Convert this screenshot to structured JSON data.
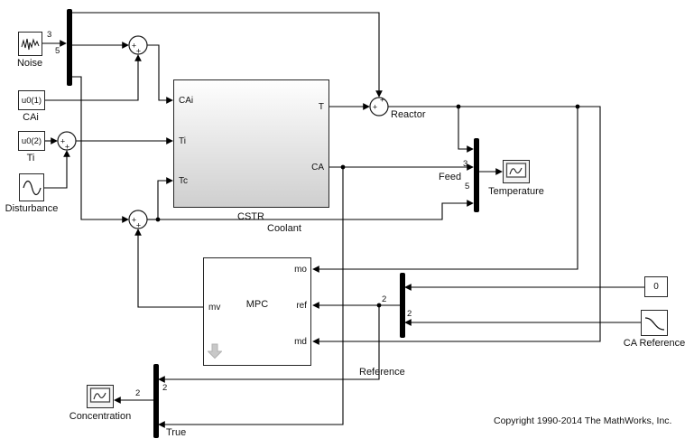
{
  "annotations": {
    "copyright": "Copyright 1990-2014 The MathWorks, Inc.",
    "coolant": "Coolant",
    "reference": "Reference",
    "reactor": "Reactor",
    "feed": "Feed",
    "true_label": "True"
  },
  "widths": {
    "noise_in": "3",
    "noise_out": "5",
    "feed_in": "3",
    "feed_out": "5",
    "ref_line": "2",
    "ref_mux": "2",
    "true_in": "2",
    "true_out": "2"
  },
  "blocks": {
    "noise": {
      "label": "Noise"
    },
    "cai": {
      "value": "u0(1)",
      "label": "CAi"
    },
    "ti": {
      "value": "u0(2)",
      "label": "Ti"
    },
    "disturbance": {
      "label": "Disturbance"
    },
    "cstr": {
      "name": "CSTR",
      "in1": "CAi",
      "in2": "Ti",
      "in3": "Tc",
      "out1": "T",
      "out2": "CA"
    },
    "mpc": {
      "name": "MPC",
      "mv": "mv",
      "mo": "mo",
      "ref": "ref",
      "md": "md"
    },
    "temperature": {
      "label": "Temperature"
    },
    "concentration": {
      "label": "Concentration"
    },
    "zero": {
      "value": "0"
    },
    "ca_reference": {
      "label": "CA Reference"
    }
  },
  "sum": {
    "plus": "+"
  }
}
